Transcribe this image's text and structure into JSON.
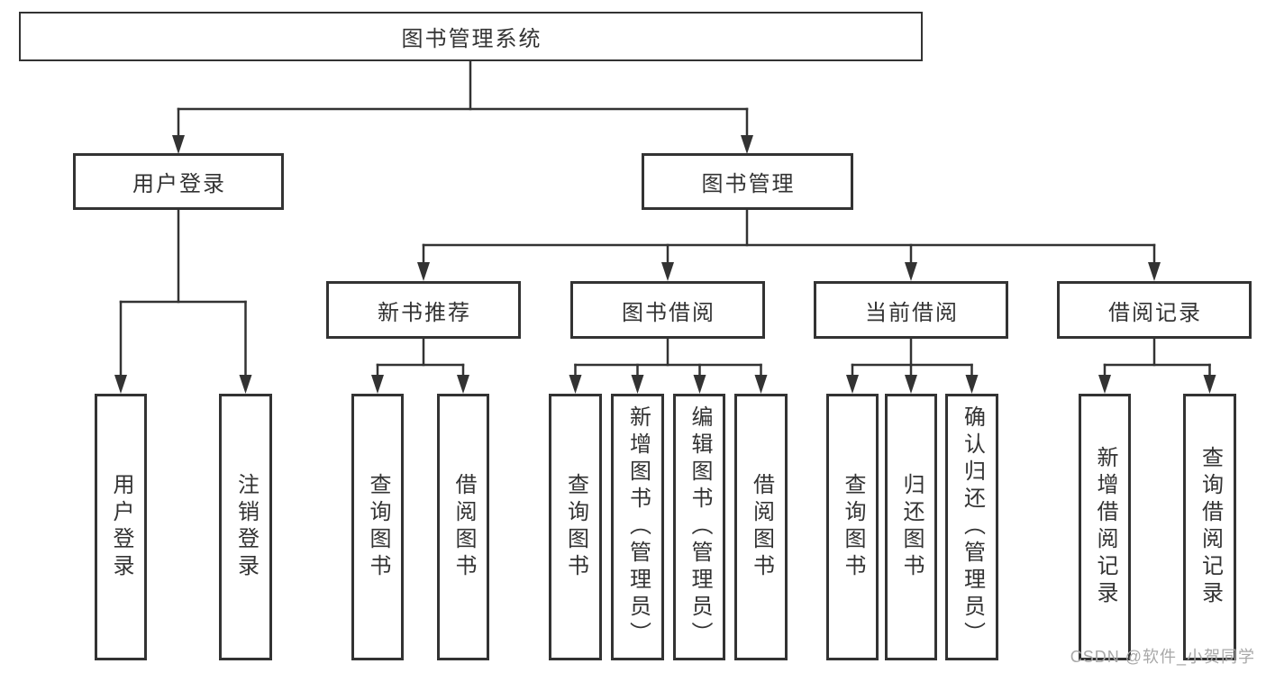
{
  "tree": {
    "label": "图书管理系统",
    "children": [
      {
        "label": "用户登录",
        "children": [
          {
            "label": "用户登录"
          },
          {
            "label": "注销登录"
          }
        ]
      },
      {
        "label": "图书管理",
        "children": [
          {
            "label": "新书推荐",
            "children": [
              {
                "label": "查询图书"
              },
              {
                "label": "借阅图书"
              }
            ]
          },
          {
            "label": "图书借阅",
            "children": [
              {
                "label": "查询图书"
              },
              {
                "label": "新增图书（管理员）"
              },
              {
                "label": "编辑图书（管理员）"
              },
              {
                "label": "借阅图书"
              }
            ]
          },
          {
            "label": "当前借阅",
            "children": [
              {
                "label": "查询图书"
              },
              {
                "label": "归还图书"
              },
              {
                "label": "确认归还（管理员）"
              }
            ]
          },
          {
            "label": "借阅记录",
            "children": [
              {
                "label": "新增借阅记录"
              },
              {
                "label": "查询借阅记录"
              }
            ]
          }
        ]
      }
    ]
  },
  "watermark": "CSDN @软件_小贺同学",
  "colors": {
    "line": "#333333",
    "text": "#333333",
    "border": "#333333",
    "watermark": "#a8a8a8",
    "background": "#ffffff"
  }
}
